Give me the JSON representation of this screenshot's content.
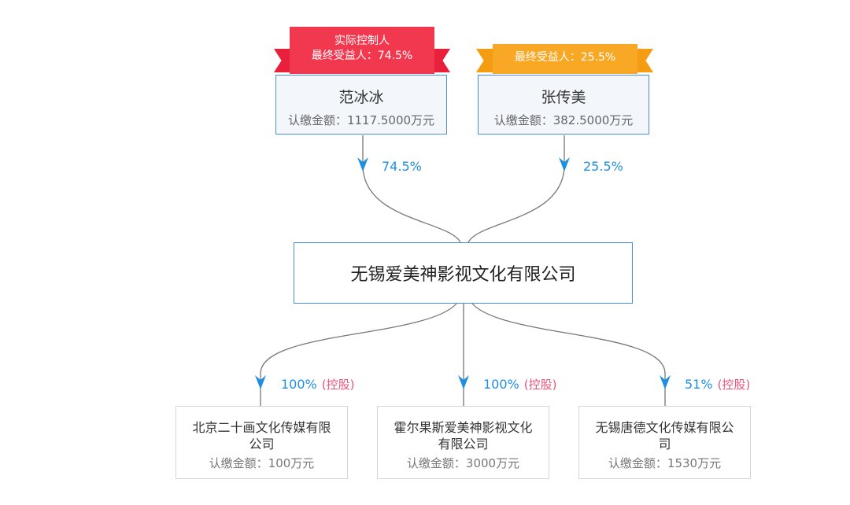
{
  "shareholders": [
    {
      "tags": [
        "实际控制人",
        "最终受益人：74.5%"
      ],
      "name": "范冰冰",
      "amount": "认缴金额：1117.5000万元",
      "percent": "74.5%",
      "tag_color": "#f2384f"
    },
    {
      "tags": [
        "最终受益人：25.5%"
      ],
      "name": "张传美",
      "amount": "认缴金额：382.5000万元",
      "percent": "25.5%",
      "tag_color": "#f9a825"
    }
  ],
  "company": {
    "name": "无锡爱美神影视文化有限公司"
  },
  "investments": [
    {
      "name": "北京二十画文化传媒有限公司",
      "amount": "认缴金额：100万元",
      "percent": "100%",
      "control": "(控股)"
    },
    {
      "name": "霍尔果斯爱美神影视文化有限公司",
      "amount": "认缴金额：3000万元",
      "percent": "100%",
      "control": "(控股)"
    },
    {
      "name": "无锡唐德文化传媒有限公司",
      "amount": "认缴金额：1530万元",
      "percent": "51%",
      "control": "(控股)"
    }
  ],
  "colors": {
    "edge": "#777777",
    "arrow": "#1e8fe1",
    "border": "#4a90d9"
  }
}
